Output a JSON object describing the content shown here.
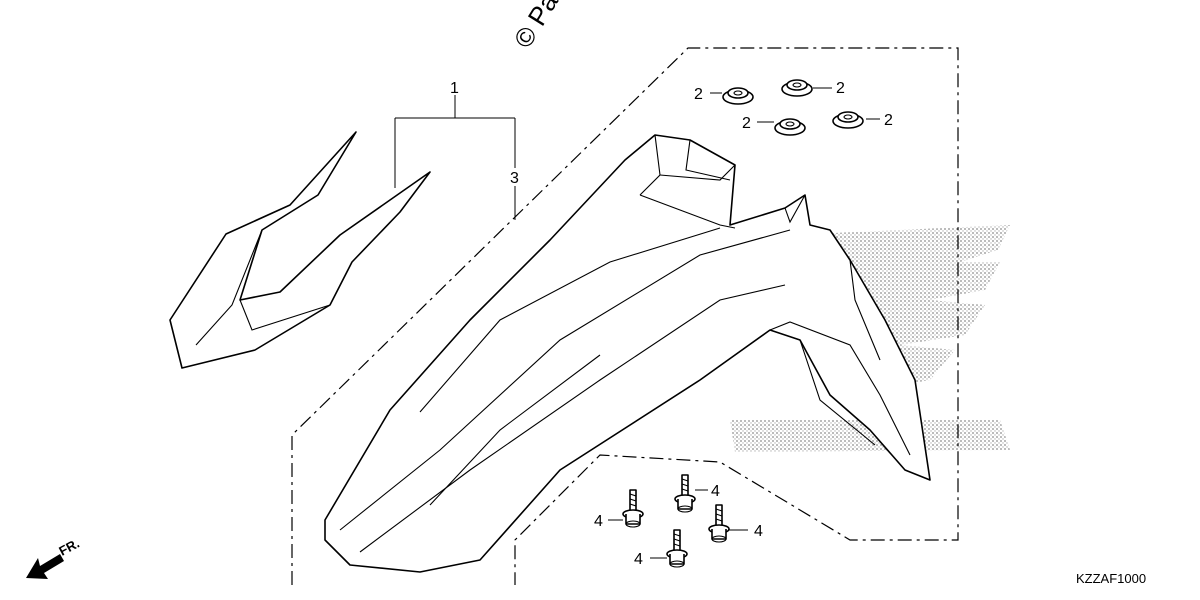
{
  "watermark": "© Par",
  "callouts": {
    "one": "1",
    "two": "2",
    "three": "3",
    "four": "4"
  },
  "front_indicator": "FR.",
  "diagram_code": "KZZAF1000",
  "colors": {
    "ink": "#000000",
    "paper": "#ffffff",
    "logo_dots": "#8c8c8c"
  }
}
